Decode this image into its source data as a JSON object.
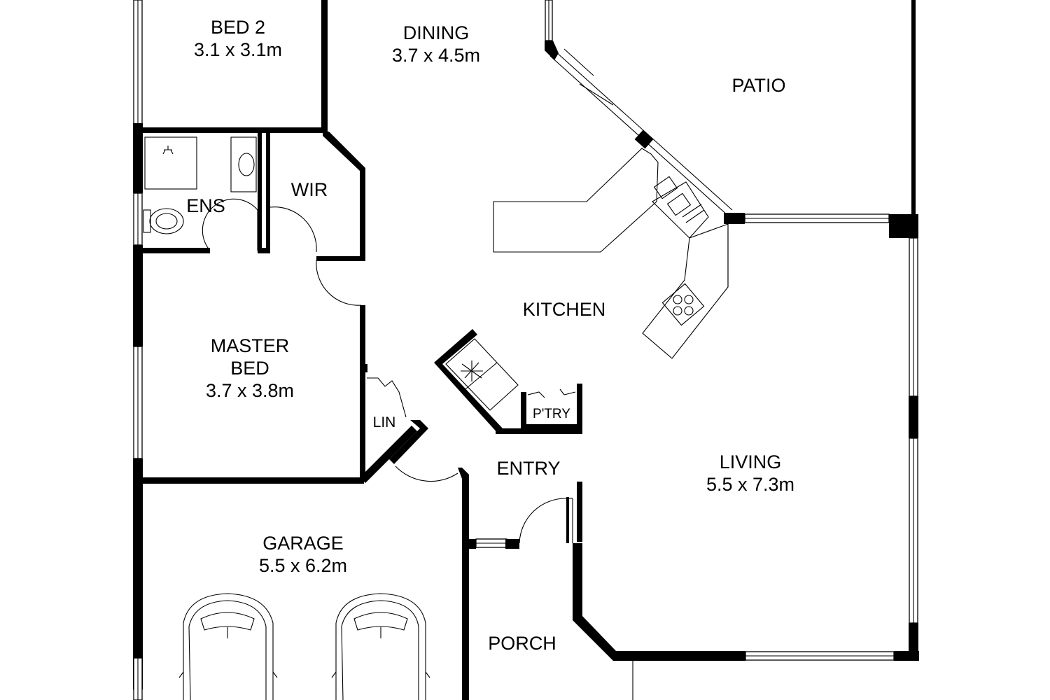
{
  "rooms": {
    "bed2": {
      "name": "BED 2",
      "size": "3.1 x 3.1m"
    },
    "dining": {
      "name": "DINING",
      "size": "3.7 x 4.5m"
    },
    "patio": {
      "name": "PATIO"
    },
    "ens": {
      "name": "ENS"
    },
    "wir": {
      "name": "WIR"
    },
    "kitchen": {
      "name": "KITCHEN"
    },
    "master": {
      "name_line1": "MASTER",
      "name_line2": "BED",
      "size": "3.7 x 3.8m"
    },
    "lin": {
      "name": "LIN"
    },
    "pantry": {
      "name": "P'TRY"
    },
    "entry": {
      "name": "ENTRY"
    },
    "living": {
      "name": "LIVING",
      "size": "5.5 x 7.3m"
    },
    "garage": {
      "name": "GARAGE",
      "size": "5.5 x 6.2m"
    },
    "porch": {
      "name": "PORCH"
    }
  },
  "fixtures": [
    "shower-icon",
    "basin-icon",
    "toilet-icon",
    "sink-icon",
    "cooktop-icon",
    "fridge-icon",
    "car-icon"
  ],
  "colors": {
    "wall": "#000000",
    "background": "#ffffff"
  }
}
